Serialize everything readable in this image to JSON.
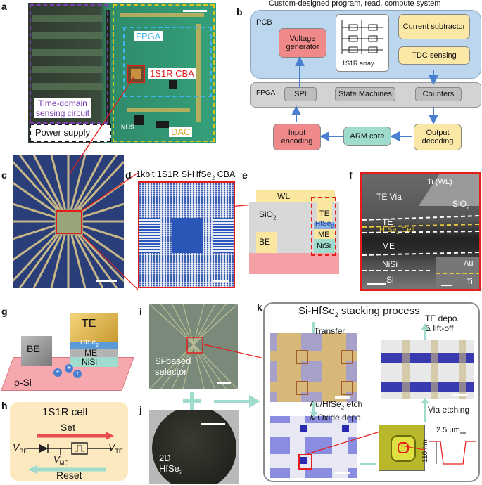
{
  "panels": {
    "a": "a",
    "b": "b",
    "c": "c",
    "d": "d",
    "e": "e",
    "f": "f",
    "g": "g",
    "h": "h",
    "i": "i",
    "j": "j",
    "k": "k"
  },
  "panel_a": {
    "fpga": "FPGA",
    "cba": "1S1R CBA",
    "sensing_line1": "Time-domain",
    "sensing_line2": "sensing circuit",
    "power": "Power supply",
    "dac": "DAC",
    "nus": "NUS"
  },
  "panel_b": {
    "title": "Custom-designed program, read, compute system",
    "pcb": "PCB",
    "voltage_generator": "Voltage generator",
    "array": "1S1R array",
    "current_subtractor": "Current subtractor",
    "tdc": "TDC sensing",
    "fpga": "FPGA",
    "spi": "SPI",
    "state_machines": "State Machines",
    "counters": "Counters",
    "input_encoding": "Input encoding",
    "arm_core": "ARM core",
    "output_decoding": "Output decoding"
  },
  "panel_d": {
    "title_pre": "1kbit 1S1R Si-HfSe",
    "title_sub": "2",
    "title_post": " CBA"
  },
  "panel_e": {
    "wl": "WL",
    "sio2": "SiO",
    "sio2_sub": "2",
    "te": "TE",
    "hfse2": "HfSe",
    "hfse2_sub": "2",
    "me": "ME",
    "be": "BE",
    "nisi": "NiSi"
  },
  "panel_f": {
    "ti_wl": "Ti (WL)",
    "te_via": "TE Via",
    "sio2": "SiO",
    "sio2_sub": "2",
    "te": "TE",
    "hfse2_cell": "HfSe",
    "hfse2_cell_sub": "2",
    "hfse2_cell_post": " Cell",
    "me": "ME",
    "au": "Au",
    "nisi": "NiSi",
    "si": "Si",
    "ti": "Ti"
  },
  "panel_g": {
    "te": "TE",
    "hfse2": "HfSe",
    "hfse2_sub": "2",
    "me": "ME",
    "be": "BE",
    "nisi": "NiSi",
    "psi": "p-Si",
    "carrier": "+"
  },
  "panel_h": {
    "title": "1S1R cell",
    "set": "Set",
    "reset": "Reset",
    "vbe": "V",
    "vbe_sub": "BE",
    "vte": "V",
    "vte_sub": "TE",
    "vme": "V",
    "vme_sub": "ME"
  },
  "panel_i": {
    "line1": "Si-based",
    "line2": "selector"
  },
  "panel_j": {
    "line1": "2D",
    "line2": "HfSe",
    "line2_sub": "2"
  },
  "panel_k": {
    "title_pre": "Si-HfSe",
    "title_sub": "2",
    "title_post": " stacking process",
    "transfer": "Transfer",
    "etch_line1": "Au/HfSe",
    "etch_sub": "2",
    "etch_post": " etch",
    "etch_line2": "& Oxide depo.",
    "te_line1": "TE depo.",
    "te_line2": "& lift-off",
    "via": "Via etching",
    "height": "110 nm",
    "width": "2.5 μm"
  },
  "colors": {
    "pcb_bg": "#bcd6ee",
    "fpga_bg": "#d3d3d3",
    "red_box": "#f08a8a",
    "yellow_box": "#fbe7a6",
    "teal_box": "#9fdccd",
    "arrow_blue": "#4a7fd0",
    "red_accent": "#e51c1c",
    "purple": "#7a3fb0",
    "yellow_frame": "#d8c521",
    "cyan_frame": "#3fb4e8"
  }
}
